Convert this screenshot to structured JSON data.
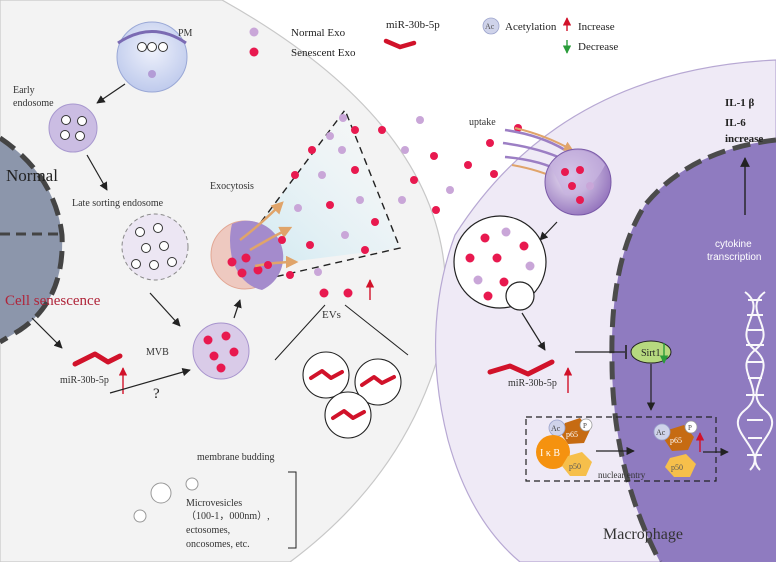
{
  "legend": {
    "normal_exo": "Normal Exo",
    "senescent_exo": "Senescent Exo",
    "mirna": "miR-30b-5p",
    "ac_symbol": "Ac",
    "acetylation": "Acetylation",
    "increase": "Increase",
    "decrease": "Decrease"
  },
  "left_cell": {
    "pm": "PM",
    "early_endosome_1": "Early",
    "early_endosome_2": "endosome",
    "normal": "Normal",
    "late_sorting": "Late sorting endosome",
    "cell_senescence": "Cell senescence",
    "mvb": "MVB",
    "mirna": "miR-30b-5p",
    "question": "?",
    "exocytosis": "Exocytosis",
    "membrane_budding": "membrane budding",
    "microvesicles_1": "Microvesicles",
    "microvesicles_2": "（100-1，000nm）,",
    "microvesicles_3": "ectosomes,",
    "microvesicles_4": "oncosomes, etc."
  },
  "middle": {
    "evs": "EVs"
  },
  "right_cell": {
    "uptake": "uptake",
    "il1b": "IL-1 β",
    "il6": "IL-6",
    "increase": "increase",
    "cytokine_1": "cytokine",
    "cytokine_2": "transcription",
    "mirna": "miR-30b-5p",
    "sirt1": "Sirt1",
    "ac": "Ac",
    "p": "P",
    "p65": "p65",
    "ikb": "I κ B",
    "p50": "p50",
    "nuclear_entry": "nuclear entry",
    "macrophage": "Macrophage"
  },
  "colors": {
    "senescent_exo": "#e8194f",
    "normal_exo": "#c9a6d8",
    "mirna": "#d1122a",
    "increase_arrow": "#d1122a",
    "decrease_arrow": "#2a9c3a",
    "macrophage_cell": "#efeaf6",
    "macrophage_nucleus": "#8f7bc0",
    "left_cell": "#f3f3f3",
    "left_nucleus": "#8c96ab"
  }
}
